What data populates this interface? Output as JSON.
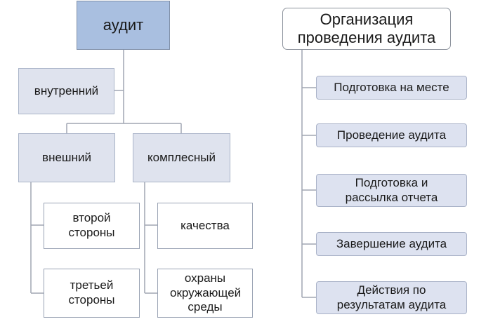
{
  "left_tree": {
    "root": "аудит",
    "internal": "внутренний",
    "external": "внешний",
    "complex": "комплесный",
    "second_party": "второй стороны",
    "third_party": "третьей стороны",
    "quality": "качества",
    "environment": "охраны окружающей среды"
  },
  "right_tree": {
    "title": "Организация проведения аудита",
    "steps": [
      "Подготовка на месте",
      "Проведение аудита",
      "Подготовка и рассылка отчета",
      "Завершение аудита",
      "Действия по результатам аудита"
    ]
  },
  "colors": {
    "root_fill": "#a9bfe0",
    "node_fill": "#dfe3ee",
    "leaf_fill": "#ffffff",
    "connector": "#a0a6b2"
  }
}
